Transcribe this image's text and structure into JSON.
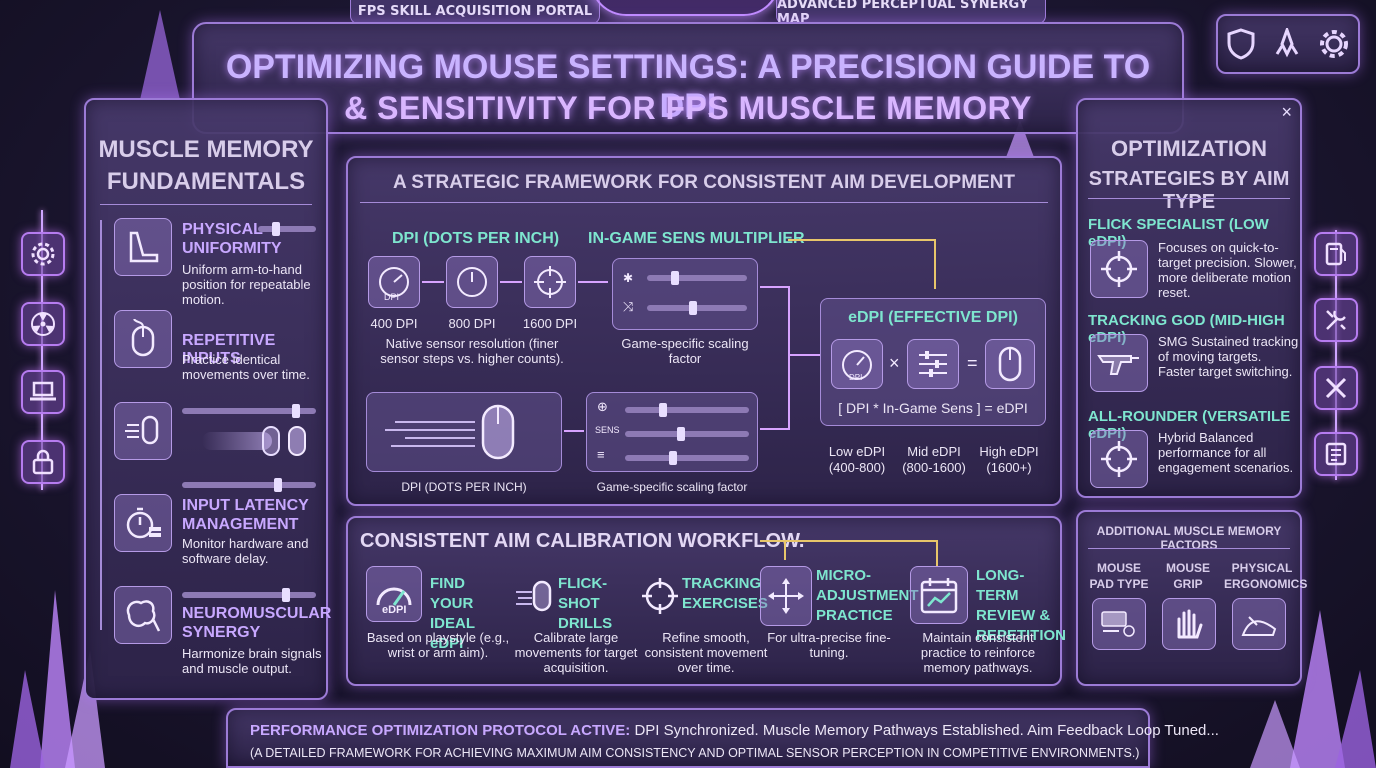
{
  "header": {
    "left_tab": "FPS SKILL ACQUISITION PORTAL",
    "right_tab": "ADVANCED PERCEPTUAL SYNERGY MAP",
    "title_line1": "OPTIMIZING MOUSE SETTINGS: A PRECISION GUIDE TO DPI",
    "title_line2": "& SENSITIVITY FOR FPS MUSCLE MEMORY",
    "top_icons": [
      "shield-icon",
      "rocket-icon",
      "gear-icon"
    ]
  },
  "left_panel": {
    "title_line1": "MUSCLE MEMORY",
    "title_line2": "FUNDAMENTALS",
    "items": [
      {
        "title": "PHYSICAL UNIFORMITY",
        "desc": "Uniform arm-to-hand position for repeatable motion.",
        "icon": "arm-rest-icon",
        "slider": 0.3
      },
      {
        "title": "REPETITIVE INPUTS",
        "desc": "Practice identical movements over time.",
        "icon": "mouse-icon"
      },
      {
        "title": "",
        "desc": "",
        "icon": "mouse-motion-icon",
        "slider": 0.85
      },
      {
        "title": "INPUT LATENCY MANAGEMENT",
        "desc": "Monitor hardware and software delay.",
        "icon": "stopwatch-icon",
        "slider": 0.7
      },
      {
        "title": "NEUROMUSCULAR SYNERGY",
        "desc": "Harmonize brain signals and muscle output.",
        "icon": "brain-icon",
        "slider": 0.75
      }
    ],
    "side_icons": [
      "gear-icon",
      "radiation-icon",
      "laptop-icon",
      "lock-icon"
    ]
  },
  "center_top": {
    "title": "A STRATEGIC FRAMEWORK FOR CONSISTENT AIM DEVELOPMENT",
    "dpi_label": "DPI (DOTS PER INCH)",
    "dpi_values": [
      "400 DPI",
      "800 DPI",
      "1600 DPI"
    ],
    "dpi_badge": "DPI",
    "dpi_desc": "Native sensor resolution (finer sensor steps vs. higher counts).",
    "sens_label": "IN-GAME SENS MULTIPLIER",
    "sens_desc": "Game-specific scaling factor",
    "lower_dpi_label": "DPI (DOTS PER INCH)",
    "lower_sens_badge": "SENS",
    "lower_sens_desc": "Game-specific scaling factor",
    "edpi_title": "eDPI (EFFECTIVE DPI)",
    "edpi_badge": "DPI",
    "edpi_times": "×",
    "edpi_equals": "=",
    "edpi_formula": "[ DPI * In-Game Sens ] = eDPI",
    "edpi_ranges": [
      {
        "label": "Low eDPI",
        "range": "(400-800)"
      },
      {
        "label": "Mid eDPI",
        "range": "(800-1600)"
      },
      {
        "label": "High eDPI",
        "range": "(1600+)"
      }
    ]
  },
  "workflow": {
    "title": "CONSISTENT AIM CALIBRATION WORKFLOW.",
    "steps": [
      {
        "title": "FIND YOUR IDEAL eDPI",
        "desc": "Based on playstyle (e.g., wrist or arm aim).",
        "icon": "gauge-icon",
        "badge": "eDPI"
      },
      {
        "title": "FLICK-SHOT DRILLS",
        "desc": "Calibrate large movements for target acquisition.",
        "icon": "mouse-flick-icon"
      },
      {
        "title": "TRACKING EXERCISES",
        "desc": "Refine smooth, consistent movement over time.",
        "icon": "crosshair-icon"
      },
      {
        "title": "MICRO-ADJUSTMENT PRACTICE",
        "desc": "For ultra-precise fine-tuning.",
        "icon": "arrows-icon"
      },
      {
        "title": "LONG-TERM REVIEW & REPETITION",
        "desc": "Maintain consistent practice to reinforce memory pathways.",
        "icon": "calendar-chart-icon"
      }
    ]
  },
  "right_panel": {
    "title_line1": "OPTIMIZATION",
    "title_line2": "STRATEGIES BY AIM TYPE",
    "close": "×",
    "strategies": [
      {
        "title": "FLICK SPECIALIST (LOW eDPI)",
        "desc": "Focuses on quick-to-target precision. Slower, more deliberate motion reset.",
        "icon": "crosshair-icon"
      },
      {
        "title": "TRACKING GOD (MID-HIGH eDPI)",
        "desc": "SMG Sustained tracking of moving targets. Faster target switching.",
        "icon": "smg-icon"
      },
      {
        "title": "ALL-ROUNDER (VERSATILE eDPI)",
        "desc": "Hybrid Balanced performance for all engagement scenarios.",
        "icon": "crosshair-icon"
      }
    ],
    "side_icons": [
      "fuel-icon",
      "tools-icon",
      "wrench-icon",
      "notes-icon"
    ]
  },
  "factors": {
    "title": "ADDITIONAL MUSCLE MEMORY FACTORS",
    "items": [
      {
        "label": "MOUSE PAD TYPE",
        "icon": "mousepad-icon"
      },
      {
        "label": "MOUSE GRIP",
        "icon": "hand-icon"
      },
      {
        "label": "PHYSICAL ERGONOMICS",
        "icon": "wrist-rest-icon"
      }
    ]
  },
  "footer": {
    "status_label": "PERFORMANCE OPTIMIZATION PROTOCOL ACTIVE:",
    "status_text": "DPI Synchronized. Muscle Memory Pathways Established. Aim Feedback Loop Tuned...",
    "subtitle": "(A DETAILED FRAMEWORK FOR ACHIEVING MAXIMUM AIM CONSISTENCY AND OPTIMAL SENSOR PERCEPTION IN COMPETITIVE ENVIRONMENTS.)"
  },
  "colors": {
    "accent": "#c9b3ff",
    "teal": "#7ee6cf",
    "border": "#9c7bd6",
    "glow": "#d79bff"
  }
}
